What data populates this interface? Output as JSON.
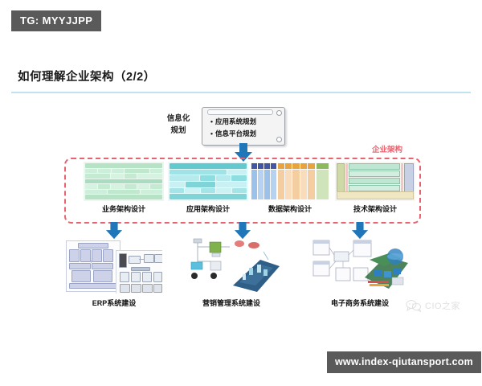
{
  "watermarks": {
    "top_tag": "TG: MYYJJPP",
    "bottom_url": "www.index-qiutansport.com",
    "logo_text": "CIO之家"
  },
  "slide": {
    "title": "如何理解企业架构（2/2）"
  },
  "planning": {
    "side_label_line1": "信息化",
    "side_label_line2": "规划",
    "items": [
      "应用系统规划",
      "信息平台规划"
    ]
  },
  "enterprise_architecture": {
    "tag": "企业架构",
    "border_color": "#e8636f",
    "items": [
      {
        "label": "业务架构设计",
        "accent": "#a9dcc0"
      },
      {
        "label": "应用架构设计",
        "accent": "#7fd4d8"
      },
      {
        "label": "数据架构设计",
        "accent": "#8fb8e8"
      },
      {
        "label": "技术架构设计",
        "accent": "#b9cfa6"
      }
    ]
  },
  "systems": [
    {
      "label": "ERP系统建设",
      "accent": "#cdd2e8"
    },
    {
      "label": "营销管理系统建设",
      "accent": "#2f5f87"
    },
    {
      "label": "电子商务系统建设",
      "accent": "#3f7fbf"
    }
  ],
  "colors": {
    "arrow_blue": "#1f76b8",
    "rule_blue": "#bfe3ef",
    "watermark_gray": "#5a5a5a",
    "red_dash": "#e8636f"
  }
}
